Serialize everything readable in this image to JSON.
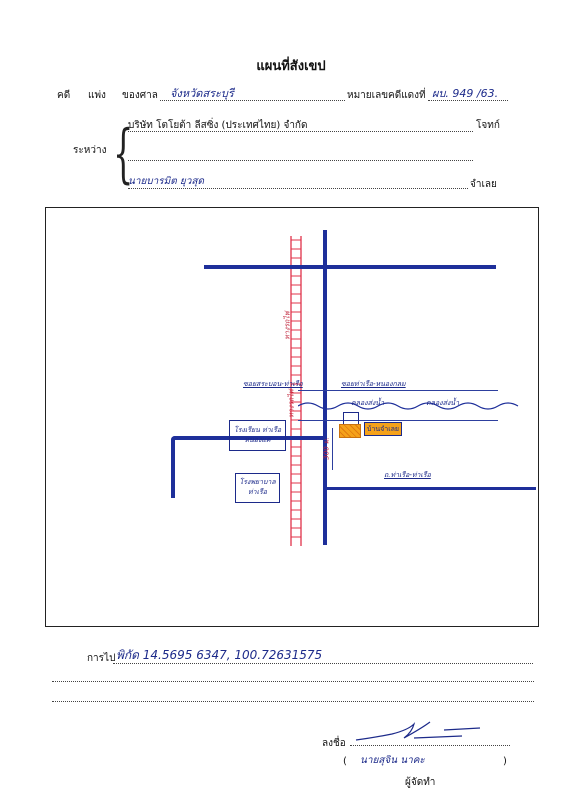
{
  "header": {
    "title": "แผนที่สังเขป"
  },
  "case": {
    "case_label": "คดี",
    "case_type": "แพ่ง",
    "court_label": "ของศาล",
    "court_name": "จังหวัดสระบุรี",
    "case_no_label": "หมายเลขคดีแดงที่",
    "case_no": "ผบ. 949 /63."
  },
  "parties": {
    "between_label": "ระหว่าง",
    "plaintiff": "บริษัท โตโยต้า ลีสซิ่ง (ประเทศไทย) จำกัด",
    "plaintiff_role": "โจทก์",
    "defendant": "นายบารมิต ยุวสุด",
    "defendant_role": "จำเลย"
  },
  "map": {
    "rail_label_top": "ทางรถไฟ",
    "rail_label_mid": "ทางรถไฟ",
    "road_label_left": "ซอยสระบอน-ท่าเรือ",
    "road_label_mid": "ซอยท่าเรือ-หนองกลม",
    "canal_label_1": "คลองส่งน้ำ",
    "canal_label_2": "คลองส่งน้ำ",
    "school_box": "โรงเรียน ท่าเรือ หนองแค",
    "hospital_box": "โรงพยาบาล ท่าเรือ",
    "house_tag": "บ้านจำเลย",
    "distance_label": "300 ม.",
    "bottom_road_label": "ถ.ท่าเรือ-ท่าเรือ"
  },
  "directions": {
    "label": "การไป",
    "value": "พิกัด 14.5695 6347, 100.72631575"
  },
  "signature": {
    "label": "ลงชื่อ",
    "name": "นายสุจิน นาคะ",
    "role": "ผู้จัดทำ"
  },
  "colors": {
    "ink_blue": "#1e2f9a",
    "rail_red": "#e0334a",
    "house_orange": "#f5a21a"
  }
}
